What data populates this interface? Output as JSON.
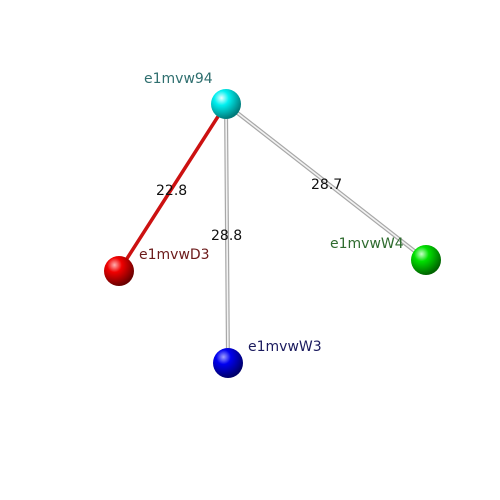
{
  "nodes": [
    {
      "id": "e1mvw94",
      "label": "e1mvw94",
      "color": "#00e5e5",
      "label_color": "#2f6f6f"
    },
    {
      "id": "e1mvwD3",
      "label": "e1mvwD3",
      "color": "#ee0000",
      "label_color": "#6b1a1a"
    },
    {
      "id": "e1mvwW3",
      "label": "e1mvwW3",
      "color": "#0000ee",
      "label_color": "#1a1a5e"
    },
    {
      "id": "e1mvwW4",
      "label": "e1mvwW4",
      "color": "#00dd00",
      "label_color": "#2e6b2e"
    }
  ],
  "edges": [
    {
      "from": "e1mvw94",
      "to": "e1mvwD3",
      "label": "22.8",
      "color": "#cc1111"
    },
    {
      "from": "e1mvw94",
      "to": "e1mvwW3",
      "label": "28.8",
      "color": "#d0d0d0"
    },
    {
      "from": "e1mvw94",
      "to": "e1mvwW4",
      "label": "28.7",
      "color": "#d0d0d0"
    }
  ]
}
